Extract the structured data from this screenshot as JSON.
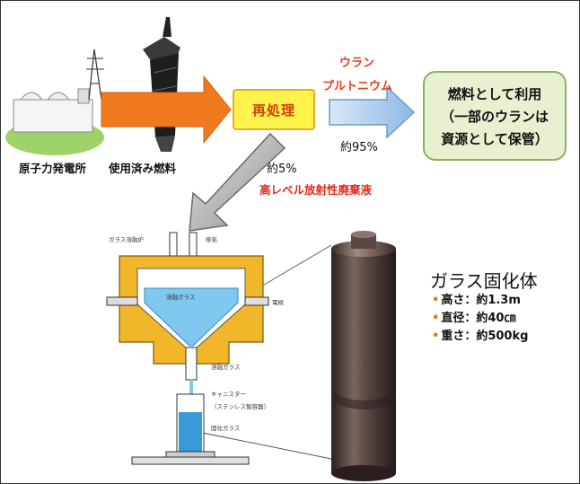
{
  "nodes": {
    "plant": "原子力発電所",
    "spent_fuel": "使用済み燃料",
    "reprocessing": "再処理",
    "uranium": "ウラン",
    "plutonium": "プルトニウム",
    "pct_95": "約95%",
    "fuel_use_line1": "燃料として利用",
    "fuel_use_line2": "（一部のウランは",
    "fuel_use_line3": "資源として保管）",
    "pct_5": "約5%",
    "hlw": "高レベル放射性廃棄液"
  },
  "melter": {
    "melter_label": "ガラス溶融炉",
    "exhaust": "排気",
    "molten_glass_inner": "溶融ガラス",
    "electrode": "電極",
    "molten_glass": "溶融ガラス",
    "canister1": "キャニスター",
    "canister2": "（ステンレス製容器）",
    "solid_glass": "固化ガラス"
  },
  "glass_body": {
    "title": "ガラス固化体",
    "specs": [
      "高さ：約1.3m",
      "直径：約40㎝",
      "重さ：約500kg"
    ]
  },
  "colors": {
    "orange_arrow": "#f07a1e",
    "blue_arrow": "#9ec4e8",
    "gray_arrow": "#9a9a9a",
    "yellow_box": "#fff24a",
    "red_text": "#e5271a",
    "furnace": "#f2b62a",
    "glass_blue": "#7fc8f0",
    "canister_dark": "#4a3a38"
  }
}
